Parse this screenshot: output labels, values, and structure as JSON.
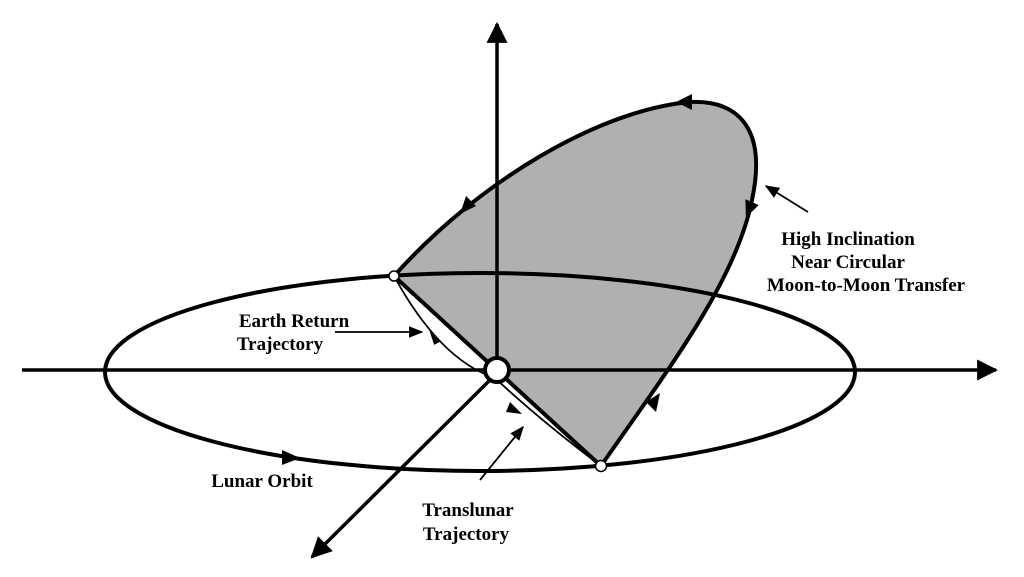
{
  "labels": {
    "transfer_line1": "High Inclination",
    "transfer_line2": "Near Circular",
    "transfer_line3": "Moon-to-Moon Transfer",
    "earth_return_line1": "Earth Return",
    "earth_return_line2": "Trajectory",
    "lunar_orbit": "Lunar Orbit",
    "translunar_line1": "Translunar",
    "translunar_line2": "Trajectory"
  },
  "colors": {
    "fill": "#b0b0b0",
    "stroke": "#000000"
  }
}
